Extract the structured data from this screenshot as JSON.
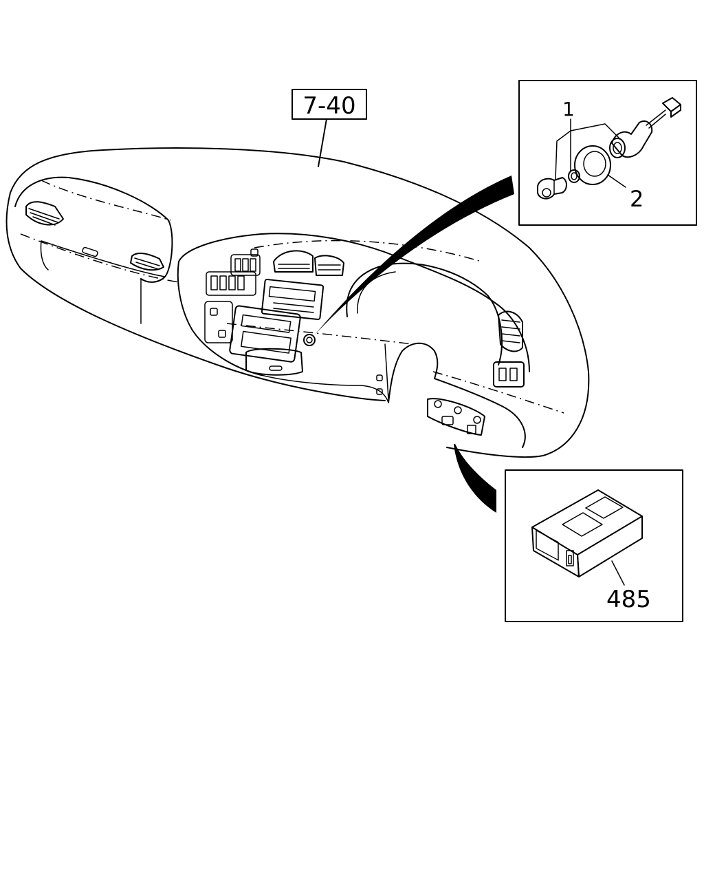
{
  "callouts": {
    "assembly_ref": "7-40",
    "detail_top": {
      "part_1": "1",
      "part_2": "2"
    },
    "detail_bottom": {
      "part_485": "485"
    }
  }
}
